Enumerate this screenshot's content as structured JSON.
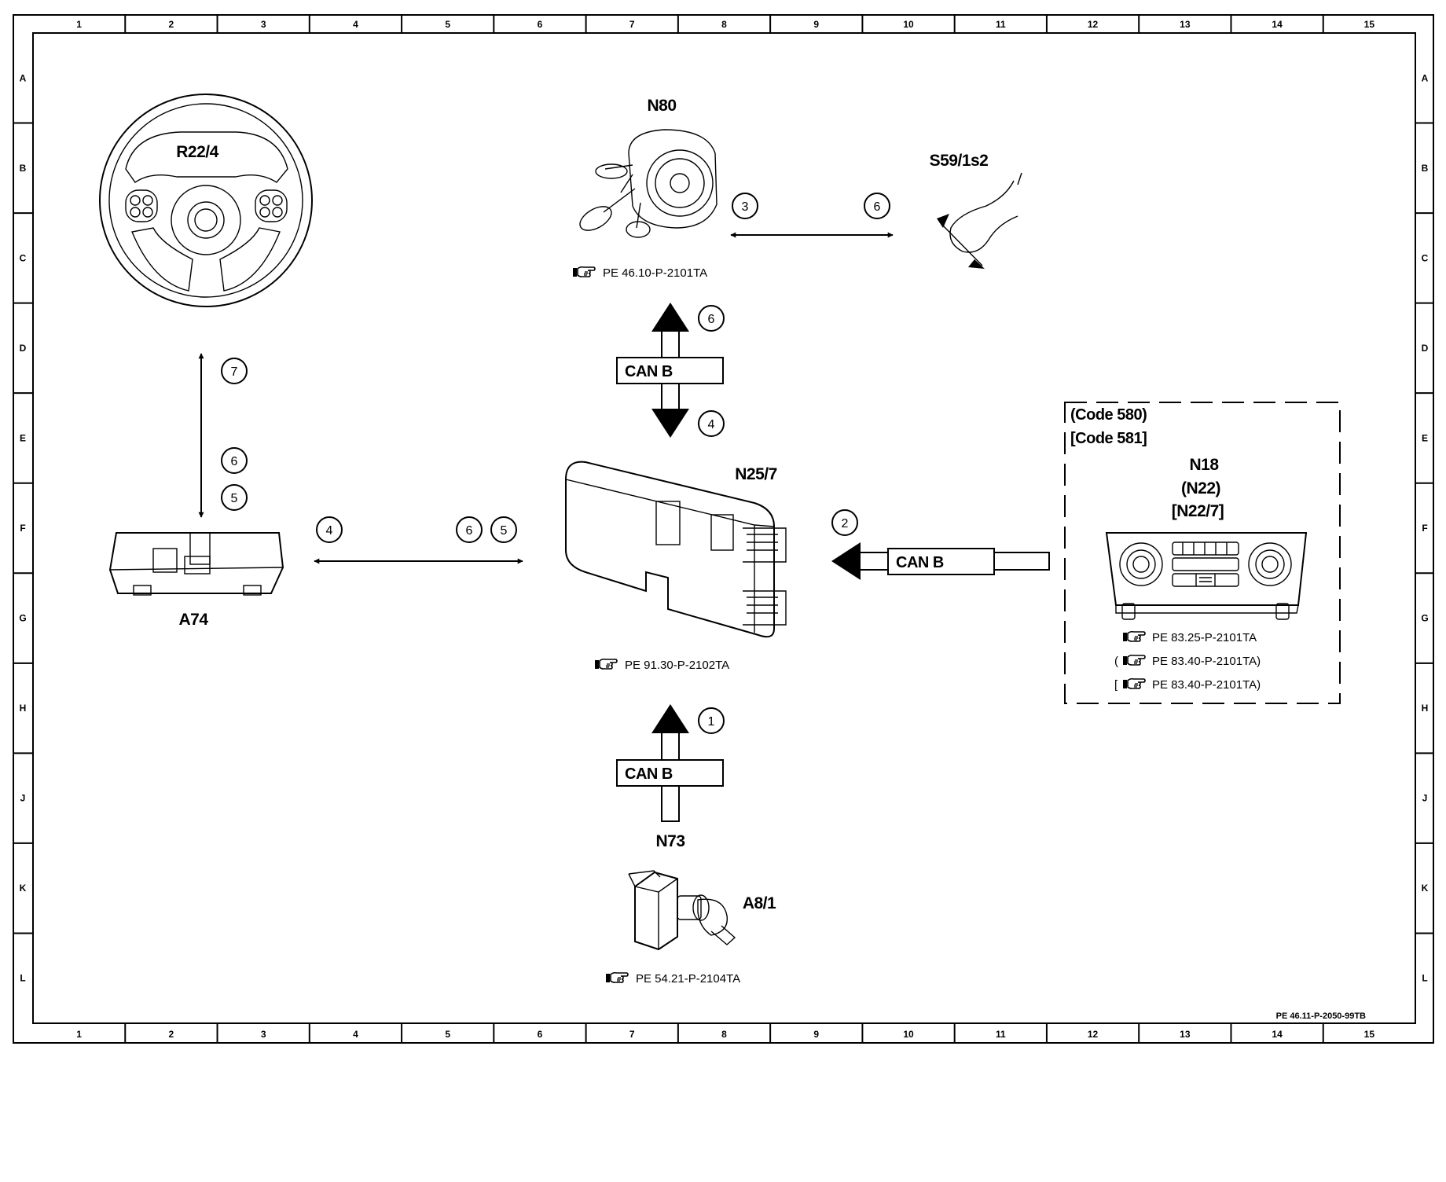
{
  "grid": {
    "columns": [
      "1",
      "2",
      "3",
      "4",
      "5",
      "6",
      "7",
      "8",
      "9",
      "10",
      "11",
      "12",
      "13",
      "14",
      "15"
    ],
    "rows": [
      "A",
      "B",
      "C",
      "D",
      "E",
      "F",
      "G",
      "H",
      "J",
      "K",
      "L"
    ]
  },
  "components": {
    "steering_wheel": "R22/4",
    "steering_column_module": "N80",
    "gear_selector_switch": "S59/1s2",
    "control_unit": "N25/7",
    "switch_module": "A74",
    "climate_n18": "N18",
    "climate_n22": "(N22)",
    "climate_n22_7": "[N22/7]",
    "code_580": "(Code 580)",
    "code_581": "[Code 581]",
    "ignition_module": "N73",
    "ignition_key": "A8/1"
  },
  "references": {
    "n80": "PE 46.10-P-2101TA",
    "n25_7": "PE 91.30-P-2102TA",
    "n18": "PE 83.25-P-2101TA",
    "n22": "(",
    "n22_ref": "PE 83.40-P-2101TA)",
    "n22_7": "[",
    "n22_7_ref": "PE 83.40-P-2101TA)",
    "n73": "PE 54.21-P-2104TA"
  },
  "bus_label": "CAN B",
  "signals": {
    "r22_a74_top": "7",
    "r22_a74_mid": "6",
    "r22_a74_low": "5",
    "a74_left": "4",
    "a74_right_1": "6",
    "a74_right_2": "5",
    "n80_left": "3",
    "n80_right": "6",
    "can_up": "6",
    "can_down": "4",
    "climate": "2",
    "ignition": "1"
  },
  "document_id": "PE 46.11-P-2050-99TB",
  "icon_names": [
    "reference-hand-icon",
    "steering-wheel-icon",
    "steering-column-switch-icon",
    "selector-switch-icon",
    "control-unit-icon",
    "switch-module-icon",
    "climate-control-panel-icon",
    "ignition-lock-icon"
  ]
}
